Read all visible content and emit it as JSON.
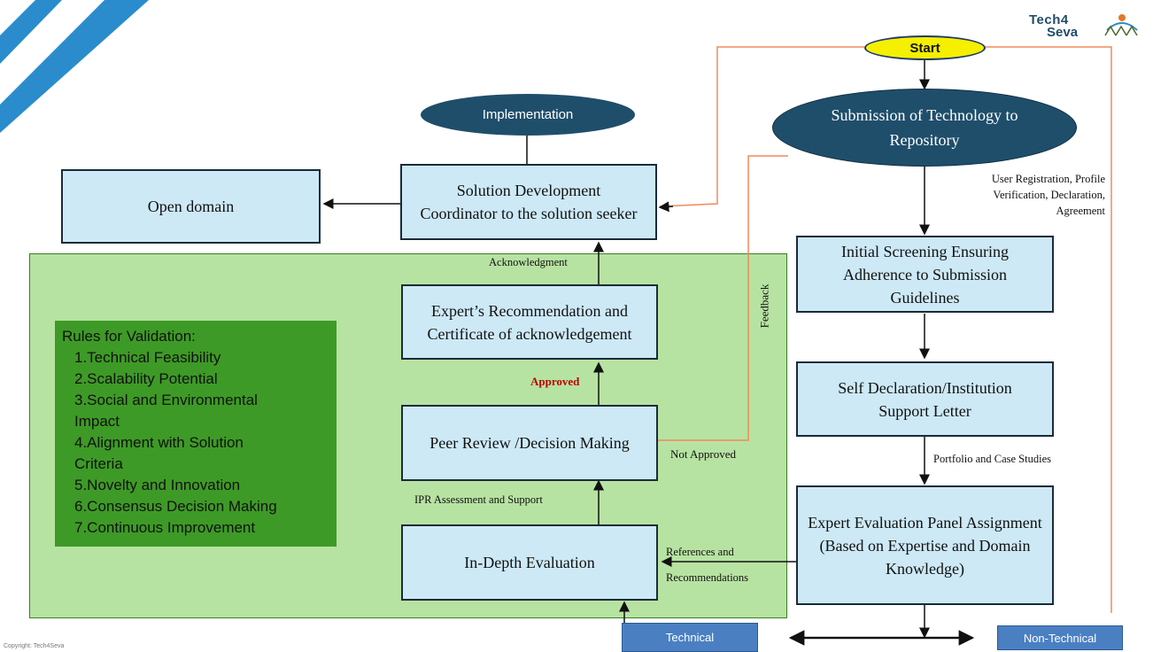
{
  "logo": {
    "text_line1": "Tech4",
    "text_line2": "Seva"
  },
  "footer": {
    "copyright": "Copyright: Tech4Seva"
  },
  "nodes": {
    "start": "Start",
    "submission": "Submission of Technology to Repository",
    "implementation": "Implementation",
    "solution_development": "Solution Development Coordinator to the solution seeker",
    "open_domain": "Open domain",
    "initial_screening": "Initial Screening Ensuring Adherence to Submission Guidelines",
    "self_declaration": "Self Declaration/Institution Support Letter",
    "expert_evaluation": "Expert Evaluation Panel Assignment (Based on Expertise and Domain Knowledge)",
    "expert_recommendation": "Expert’s Recommendation and Certificate of acknowledgement",
    "peer_review": "Peer Review /Decision Making",
    "in_depth": "In-Depth Evaluation",
    "technical": "Technical",
    "non_technical": "Non-Technical"
  },
  "edge_labels": {
    "user_registration": "User Registration, Profile Verification, Declaration, Agreement",
    "acknowledgment": "Acknowledgment",
    "approved": "Approved",
    "not_approved": "Not Approved",
    "feedback": "Feedback",
    "ipr": "IPR Assessment and Support",
    "portfolio": "Portfolio and Case Studies",
    "references_line1": "References and",
    "references_line2": "Recommendations"
  },
  "rules": {
    "title": "Rules for Validation:",
    "items": [
      "1.Technical Feasibility",
      "2.Scalability Potential",
      "3.Social and Environmental Impact",
      "4.Alignment with Solution Criteria",
      "5.Novelty and Innovation",
      "6.Consensus Decision Making",
      "7.Continuous Improvement"
    ]
  },
  "colors": {
    "box_fill": "#cde9f6",
    "ellipse_dark": "#1f4e6b",
    "start_fill": "#f5ef00",
    "green_panel": "#b7e3a2",
    "rules_panel": "#3e9a26",
    "approved_text": "#c00000",
    "feedback_line": "#f08a5d",
    "stripe": "#2a8ccc",
    "tag_fill": "#4a80c2"
  }
}
